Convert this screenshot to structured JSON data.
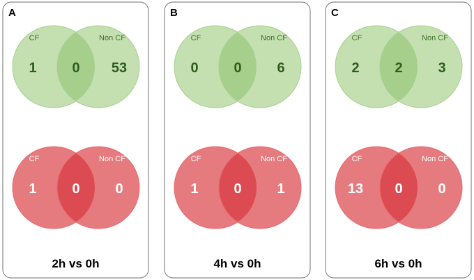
{
  "panels": [
    {
      "letter": "A",
      "caption": "2h vs 0h",
      "green": {
        "left_label": "CF",
        "right_label": "Non CF",
        "left_only": "1",
        "overlap": "0",
        "right_only": "53"
      },
      "red": {
        "left_label": "CF",
        "right_label": "Non CF",
        "left_only": "1",
        "overlap": "0",
        "right_only": "0"
      }
    },
    {
      "letter": "B",
      "caption": "4h vs 0h",
      "green": {
        "left_label": "CF",
        "right_label": "Non CF",
        "left_only": "0",
        "overlap": "0",
        "right_only": "6"
      },
      "red": {
        "left_label": "CF",
        "right_label": "Non CF",
        "left_only": "1",
        "overlap": "0",
        "right_only": "1"
      }
    },
    {
      "letter": "C",
      "caption": "6h vs 0h",
      "green": {
        "left_label": "CF",
        "right_label": "Non CF",
        "left_only": "2",
        "overlap": "2",
        "right_only": "3"
      },
      "red": {
        "left_label": "CF",
        "right_label": "Non CF",
        "left_only": "13",
        "overlap": "0",
        "right_only": "0"
      }
    }
  ],
  "colors": {
    "green_fill": "#c4e0b0",
    "green_stroke": "#a6d18e",
    "green_overlap": "#a7cf8c",
    "green_text": "#2f5d1e",
    "green_label": "#3f6e2b",
    "red_fill": "#e67b7f",
    "red_stroke": "#e66a70",
    "red_overlap": "#dc4b52",
    "red_text": "#ffffff",
    "panel_border": "#8a8a8a",
    "caption_text": "#000000"
  }
}
